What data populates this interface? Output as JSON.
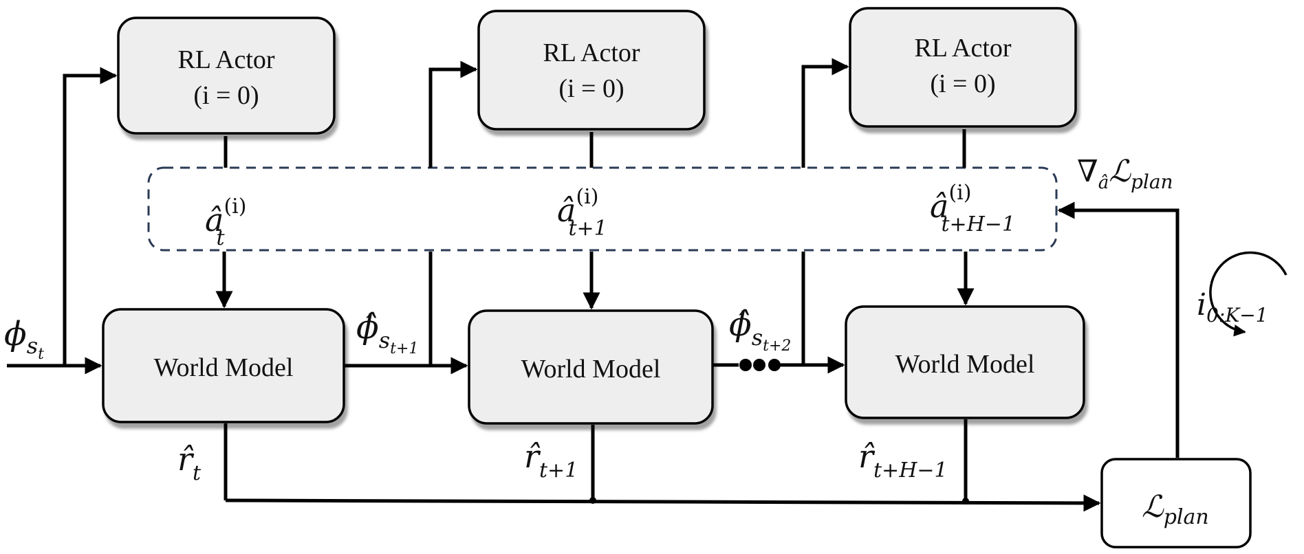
{
  "actors": [
    {
      "title": "RL Actor",
      "iter_label": "(i = 0)"
    },
    {
      "title": "RL Actor",
      "iter_label": "(i = 0)"
    },
    {
      "title": "RL Actor",
      "iter_label": "(i = 0)"
    }
  ],
  "world_models": [
    {
      "label": "World Model"
    },
    {
      "label": "World Model"
    },
    {
      "label": "World Model"
    }
  ],
  "actions": [
    {
      "base": "â",
      "sup": "(i)",
      "sub": "t"
    },
    {
      "base": "â",
      "sup": "(i)",
      "sub": "t+1"
    },
    {
      "base": "â",
      "sup": "(i)",
      "sub": "t+H−1"
    }
  ],
  "input_state": {
    "base": "ϕ",
    "sub": "s",
    "subsub": "t"
  },
  "predicted_states": [
    {
      "base": "ϕ̂",
      "sub": "s",
      "subsub": "t+1"
    },
    {
      "base": "ϕ̂",
      "sub": "s",
      "subsub": "t+2"
    }
  ],
  "rewards": [
    {
      "base": "r̂",
      "sub": "t"
    },
    {
      "base": "r̂",
      "sub": "t+1"
    },
    {
      "base": "r̂",
      "sub": "t+H−1"
    }
  ],
  "loss_box": {
    "base": "ℒ",
    "sub": "plan"
  },
  "gradient_label": {
    "nabla": "∇",
    "sub": "â",
    "loss": "ℒ",
    "loss_sub": "plan"
  },
  "iteration_label": {
    "base": "i",
    "sub": "0:K−1"
  }
}
